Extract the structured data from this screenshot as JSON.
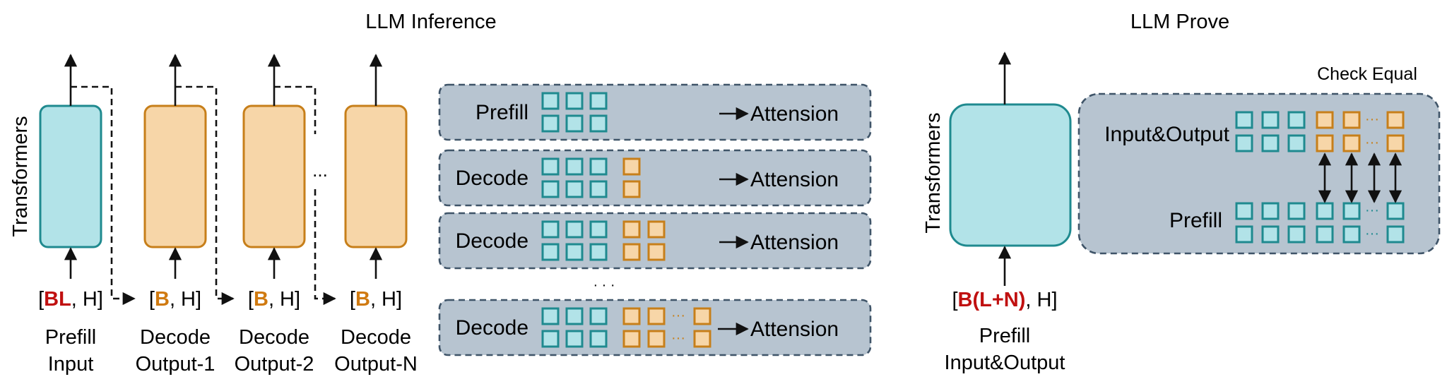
{
  "left_section": {
    "title": "LLM Inference",
    "y_label": "Transformers",
    "columns": [
      {
        "shape_parts": [
          {
            "t": "[",
            "c": "plain"
          },
          {
            "t": "BL",
            "c": "red"
          },
          {
            "t": ", H]",
            "c": "plain"
          }
        ],
        "caption": [
          "Prefill",
          "Input"
        ]
      },
      {
        "shape_parts": [
          {
            "t": "[",
            "c": "plain"
          },
          {
            "t": "B",
            "c": "orange"
          },
          {
            "t": ", H]",
            "c": "plain"
          }
        ],
        "caption": [
          "Decode",
          "Output-1"
        ]
      },
      {
        "shape_parts": [
          {
            "t": "[",
            "c": "plain"
          },
          {
            "t": "B",
            "c": "orange"
          },
          {
            "t": ", H]",
            "c": "plain"
          }
        ],
        "caption": [
          "Decode",
          "Output-2"
        ]
      },
      {
        "shape_parts": [
          {
            "t": "[",
            "c": "plain"
          },
          {
            "t": "B",
            "c": "orange"
          },
          {
            "t": ", H]",
            "c": "plain"
          }
        ],
        "caption": [
          "Decode",
          "Output-N"
        ]
      }
    ],
    "ellipsis": "...",
    "rows": [
      {
        "label": "Prefill",
        "orange_count": 0,
        "ellipsis": false,
        "target": "Attension"
      },
      {
        "label": "Decode",
        "orange_count": 1,
        "ellipsis": false,
        "target": "Attension"
      },
      {
        "label": "Decode",
        "orange_count": 2,
        "ellipsis": false,
        "target": "Attension"
      },
      {
        "label": "Decode",
        "orange_count": 3,
        "ellipsis": true,
        "target": "Attension"
      }
    ],
    "rows_ellipsis": "· · ·"
  },
  "right_section": {
    "title": "LLM Prove",
    "y_label": "Transformers",
    "shape_parts": [
      {
        "t": "[",
        "c": "plain"
      },
      {
        "t": "B(L+N)",
        "c": "red"
      },
      {
        "t": ", H]",
        "c": "plain"
      }
    ],
    "caption": [
      "Prefill",
      "Input&Output"
    ],
    "check_label": "Check Equal",
    "row_top_label": "Input&Output",
    "row_bottom_label": "Prefill"
  },
  "colors": {
    "teal_fill": "#b2e3e8",
    "teal_stroke": "#1f8a8f",
    "orange_fill": "#f7d6a8",
    "orange_stroke": "#c77f1a",
    "panel_fill": "#b7c4d0",
    "panel_stroke": "#3f5468",
    "red": "#c01010",
    "orange_text": "#d07a10"
  }
}
